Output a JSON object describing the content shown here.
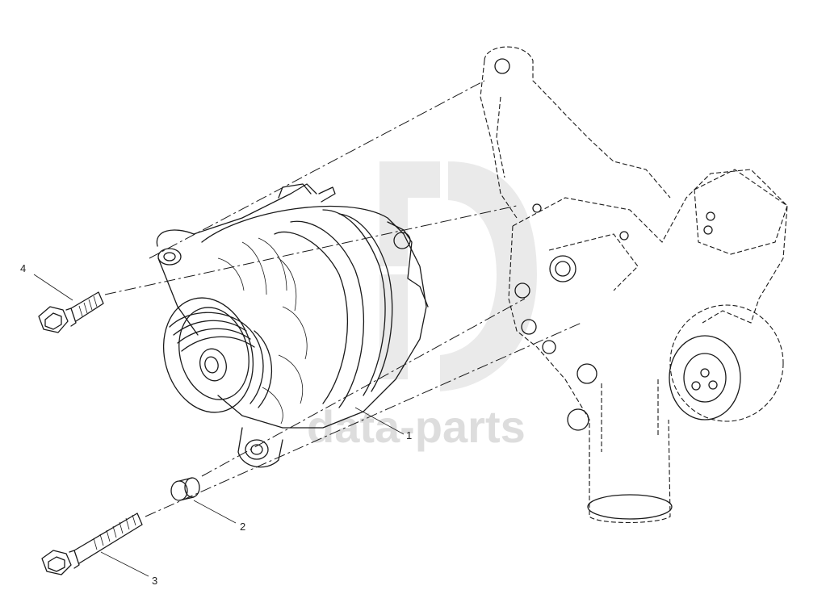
{
  "callouts": [
    {
      "number": "1"
    },
    {
      "number": "2"
    },
    {
      "number": "3"
    },
    {
      "number": "4"
    }
  ],
  "watermark": {
    "text": "data-parts",
    "color": "#cfcfcf"
  },
  "line_color": "#1a1a1a"
}
